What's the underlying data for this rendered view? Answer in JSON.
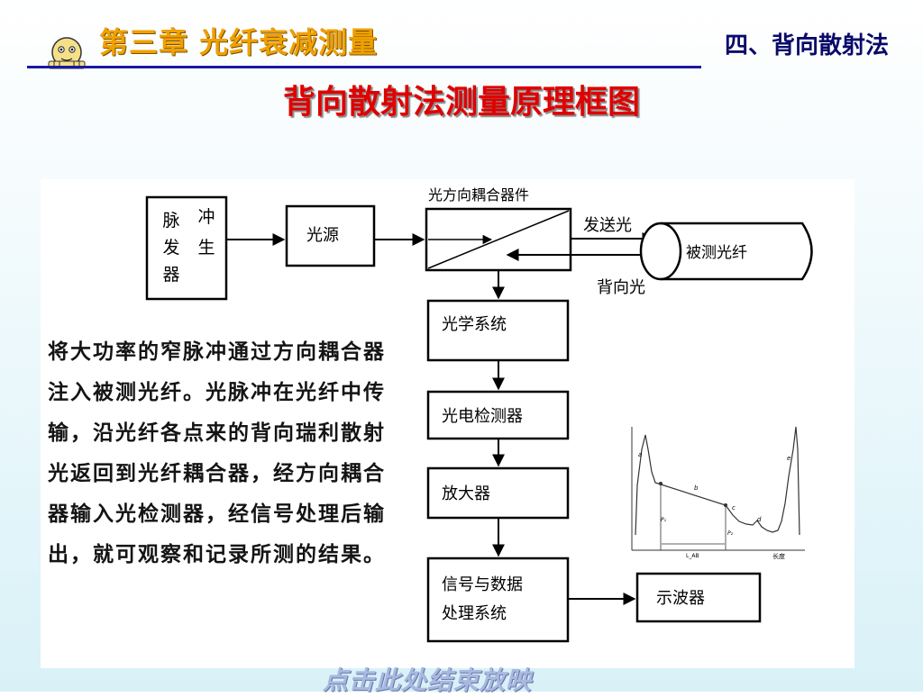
{
  "header": {
    "chapter": "第三章  光纤衰减测量",
    "section": "四、背向散射法"
  },
  "title": "背向散射法测量原理框图",
  "description": "将大功率的窄脉冲通过方向耦合器注入被测光纤。光脉冲在光纤中传输，沿光纤各点来的背向瑞利散射光返回到光纤耦合器，经方向耦合器输入光检测器，经信号处理后输出，就可观察和记录所测的结果。",
  "diagram": {
    "pulse_generator": [
      "脉",
      "冲",
      "发",
      "生",
      "器"
    ],
    "light_source": "光源",
    "coupler_label": "光方向耦合器件",
    "send_light": "发送光",
    "back_light": "背向光",
    "fiber_under_test": "被测光纤",
    "optical_system": "光学系统",
    "photodetector": "光电检测器",
    "amplifier": "放大器",
    "signal_processing_line1": "信号与数据",
    "signal_processing_line2": "处理系统",
    "oscilloscope": "示波器"
  },
  "trace": {
    "labels": {
      "a": "a",
      "b": "b",
      "c": "c",
      "d": "d",
      "e": "e",
      "p1": "P₁",
      "p2": "P₂",
      "length_ab": "L_AB",
      "length_axis": "长度"
    }
  },
  "footer": {
    "link": "点击此处结束放映"
  }
}
